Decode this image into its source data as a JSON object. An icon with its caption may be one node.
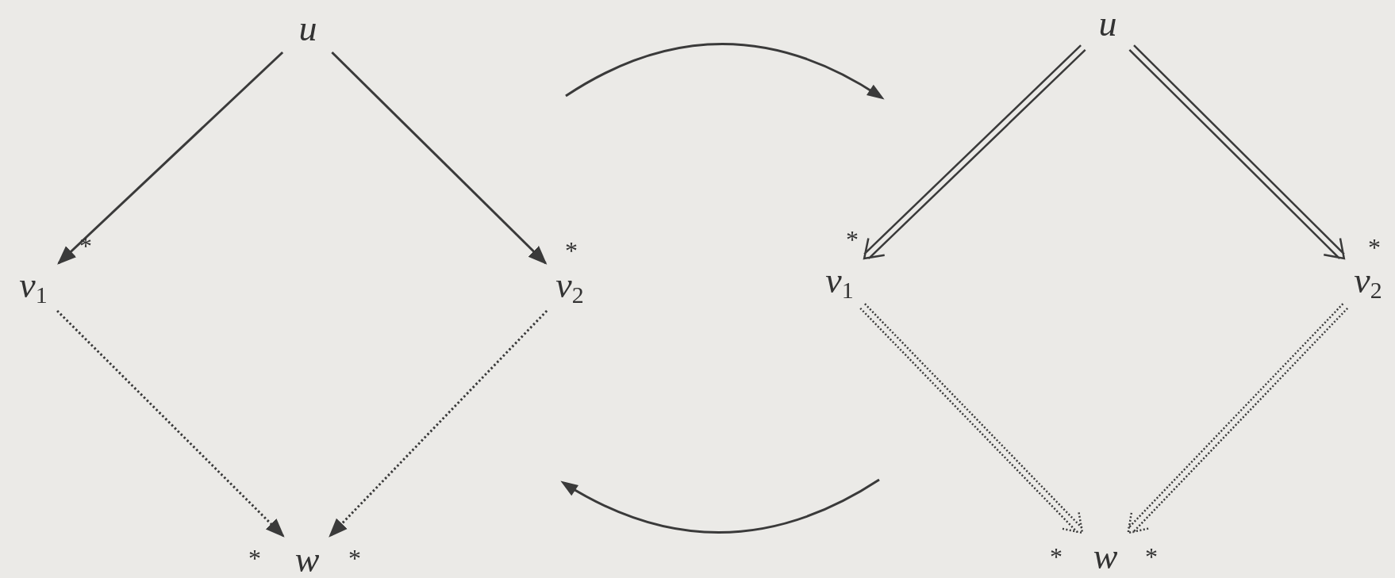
{
  "diagram": {
    "nodes": [
      {
        "text": [
          "*u*"
        ]
      },
      {
        "text": [
          "*v*$_{1}$"
        ],
        "beside": [
          "*"
        ]
      },
      {
        "text": [
          "*v*$_{2}$"
        ],
        "beside": [
          "*"
        ]
      },
      {
        "text": [
          "*w*"
        ],
        "beside": [
          "*",
          "*"
        ]
      },
      {
        "text": [
          "*u*"
        ]
      },
      {
        "text": [
          "*v*$_{1}$"
        ],
        "beside": [
          "*"
        ]
      },
      {
        "text": [
          "*v*$_{2}$"
        ],
        "beside": [
          "*"
        ]
      },
      {
        "text": [
          "*w*"
        ],
        "beside": [
          "*",
          "*"
        ]
      }
    ],
    "edges": [
      {
        "from": 0,
        "to": 1,
        "arrow": "to"
      },
      {
        "from": 0,
        "to": 2,
        "arrow": "to"
      },
      {
        "from": 1,
        "to": 3,
        "arrow": "to",
        "style": "dashed"
      },
      {
        "from": 2,
        "to": 3,
        "arrow": "to",
        "style": "dashed"
      },
      {
        "from": 4,
        "to": 5,
        "arrow": "to"
      },
      {
        "from": 4,
        "to": 6,
        "arrow": "to"
      },
      {
        "from": 5,
        "to": 7,
        "arrow": "to",
        "style": "dashed"
      },
      {
        "from": 6,
        "to": 7,
        "arrow": "to",
        "style": "dashed"
      }
    ]
  }
}
